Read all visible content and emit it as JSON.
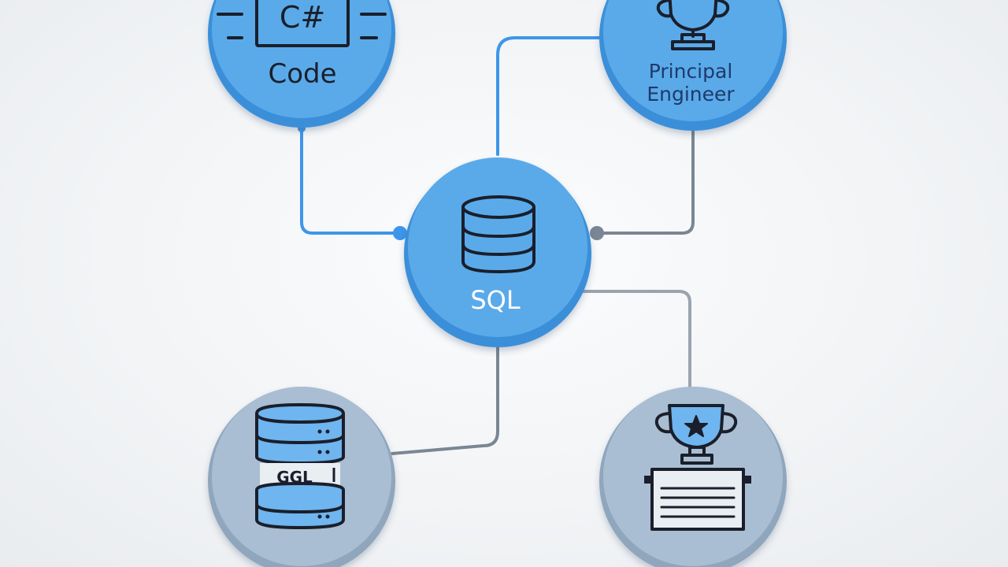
{
  "colors": {
    "background": "#f2f4f6",
    "blue_node": "#5aaaea",
    "blue_node_rim": "#3b8fd9",
    "blue_node_shadow": "#2f7dc4",
    "gray_node": "#a9bed2",
    "gray_node_rim": "#8fa6bc",
    "blue_connector": "#3d96ea",
    "gray_connector": "#7a8693",
    "icon_stroke": "#1a1f2b"
  },
  "nodes": {
    "code": {
      "icon": "csharp-code-icon",
      "badge": "C#",
      "label": "Code"
    },
    "principal": {
      "icon": "trophy-icon",
      "label_line1": "Principal",
      "label_line2": "Engineer"
    },
    "sql": {
      "icon": "database-icon",
      "label": "SQL"
    },
    "database": {
      "icon": "database-server-icon",
      "badge": "GGL"
    },
    "trophy": {
      "icon": "trophy-star-icon"
    }
  }
}
